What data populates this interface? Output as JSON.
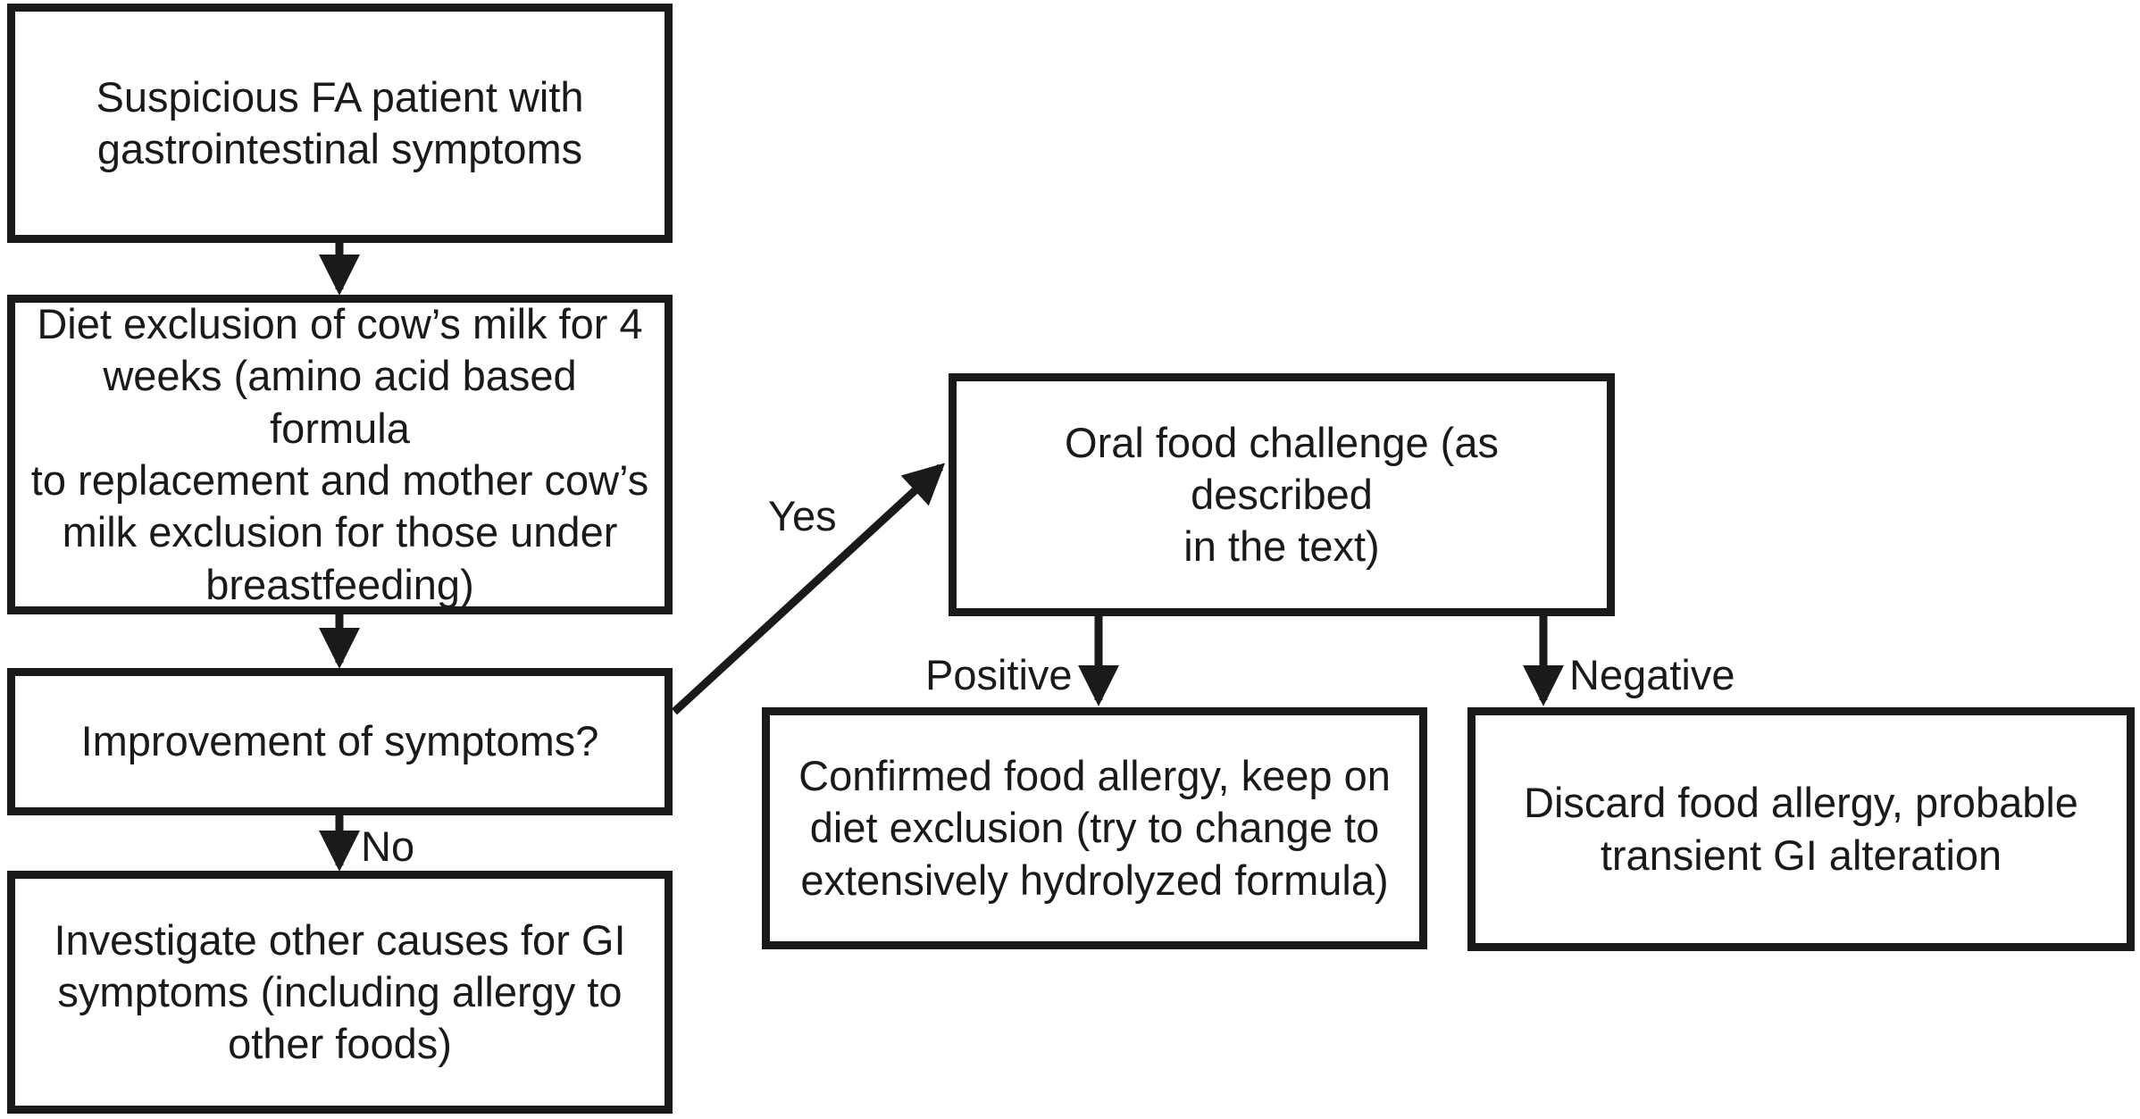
{
  "diagram": {
    "type": "flowchart",
    "background_color": "#ffffff",
    "stroke_color": "#1a1a1a",
    "text_color": "#1a1a1a",
    "nodes": {
      "suspicious_patient": {
        "id": "suspicious_patient",
        "text": "Suspicious FA patient with\ngastrointestinal symptoms"
      },
      "diet_exclusion": {
        "id": "diet_exclusion",
        "text": "Diet exclusion of cow’s milk for 4\nweeks (amino acid based formula\nto replacement and mother cow’s\nmilk exclusion for those under\nbreastfeeding)"
      },
      "improvement": {
        "id": "improvement",
        "text": "Improvement of symptoms?"
      },
      "investigate_other": {
        "id": "investigate_other",
        "text": "Investigate other causes for GI\nsymptoms (including allergy to\nother foods)"
      },
      "oral_food_challenge": {
        "id": "oral_food_challenge",
        "text": "Oral food challenge (as described\nin the text)"
      },
      "confirmed_allergy": {
        "id": "confirmed_allergy",
        "text": "Confirmed food allergy, keep on\ndiet exclusion (try to change to\nextensively hydrolyzed formula)"
      },
      "discard_allergy": {
        "id": "discard_allergy",
        "text": "Discard food allergy, probable\ntransient GI alteration"
      }
    },
    "edges": [
      {
        "from": "suspicious_patient",
        "to": "diet_exclusion",
        "label": ""
      },
      {
        "from": "diet_exclusion",
        "to": "improvement",
        "label": ""
      },
      {
        "from": "improvement",
        "to": "investigate_other",
        "label": "No"
      },
      {
        "from": "improvement",
        "to": "oral_food_challenge",
        "label": "Yes"
      },
      {
        "from": "oral_food_challenge",
        "to": "confirmed_allergy",
        "label": "Positive"
      },
      {
        "from": "oral_food_challenge",
        "to": "discard_allergy",
        "label": "Negative"
      }
    ]
  }
}
